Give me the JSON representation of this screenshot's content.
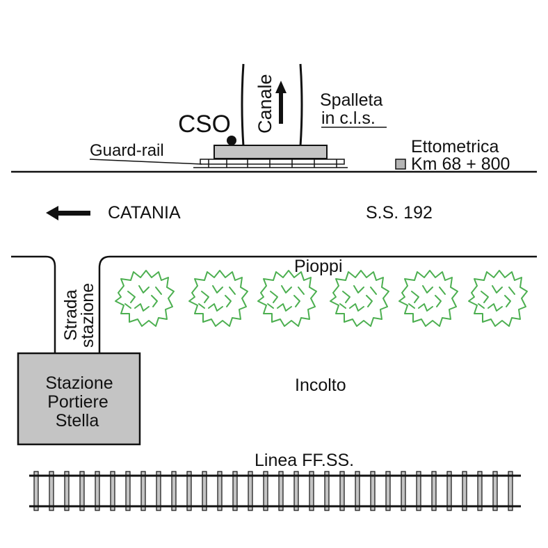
{
  "labels": {
    "cso": "CSO",
    "canale": "Canale",
    "spalleta_line1": "Spalleta",
    "spalleta_line2": "in c.l.s.",
    "guard_rail": "Guard-rail",
    "ettometrica_line1": "Ettometrica",
    "ettometrica_line2": "Km 68 + 800",
    "catania": "CATANIA",
    "road_name": "S.S. 192",
    "pioppi": "Pioppi",
    "strada_line1": "Strada",
    "strada_line2": "stazione",
    "station_line1": "Stazione",
    "station_line2": "Portiere",
    "station_line3": "Stella",
    "incolto": "Incolto",
    "railway": "Linea FF.SS."
  },
  "trees": {
    "count": 6
  },
  "colors": {
    "ink": "#111111",
    "tree_outline": "#4caf50",
    "building_fill": "#c4c4c4",
    "marker_fill": "#b5b5b5"
  },
  "icons": [
    "arrow-up-icon",
    "arrow-left-icon",
    "tree-icon",
    "ettometrica-marker-icon",
    "cso-point-icon"
  ]
}
